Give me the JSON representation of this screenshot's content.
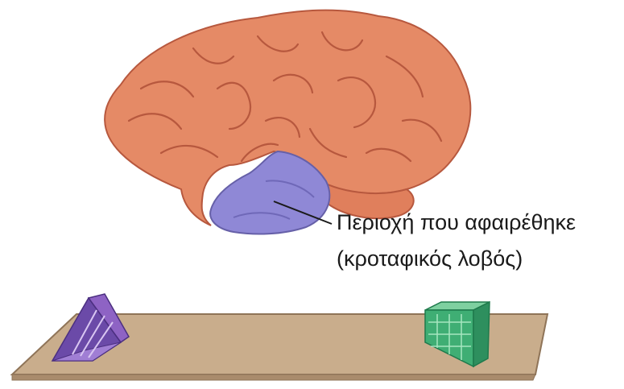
{
  "annotation": {
    "line1": "Περιοχή που αφαιρέθηκε",
    "line2": "(κροταφικός λοβός)"
  },
  "colors": {
    "brain": "#e58a66",
    "brain_shadow": "#c4674b",
    "temporal_lobe": "#8f88d6",
    "table_top": "#c9ad8c",
    "table_edge": "#8f7458",
    "triangle_object": "#8e63c4",
    "cube_object": "#3fae74"
  },
  "objects": [
    {
      "name": "triangular-prism",
      "color": "purple"
    },
    {
      "name": "cube",
      "color": "green"
    }
  ]
}
